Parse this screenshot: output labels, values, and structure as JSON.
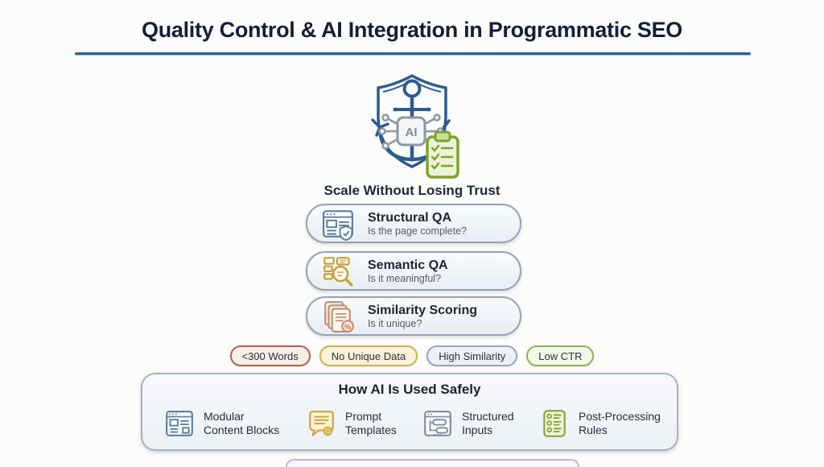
{
  "page": {
    "title": "Quality Control & AI Integration in Programmatic SEO"
  },
  "hero": {
    "caption": "Scale Without Losing Trust",
    "chip_label": "AI"
  },
  "qa_steps": [
    {
      "icon": "webpage-check-icon",
      "title": "Structural QA",
      "subtitle": "Is the page complete?"
    },
    {
      "icon": "semantic-search-icon",
      "title": "Semantic QA",
      "subtitle": "Is it meaningful?"
    },
    {
      "icon": "similarity-percent-icon",
      "title": "Similarity Scoring",
      "subtitle": "Is it unique?"
    }
  ],
  "flags": [
    {
      "label": "<300 Words",
      "border_color": "#b4604e",
      "bg_color": "#f9efe9"
    },
    {
      "label": "No Unique Data",
      "border_color": "#cfb054",
      "bg_color": "#fbf4da"
    },
    {
      "label": "High Similarity",
      "border_color": "#93a7c2",
      "bg_color": "#edf1f7"
    },
    {
      "label": "Low CTR",
      "border_color": "#8fb554",
      "bg_color": "#f2f8e6"
    }
  ],
  "safety_panel": {
    "title": "How AI Is Used Safely",
    "items": [
      {
        "icon": "modular-blocks-icon",
        "lines": [
          "Modular",
          "Content Blocks"
        ]
      },
      {
        "icon": "prompt-template-icon",
        "lines": [
          "Prompt",
          "Templates"
        ]
      },
      {
        "icon": "structured-inputs-icon",
        "lines": [
          "Structured",
          "Inputs"
        ]
      },
      {
        "icon": "checklist-rules-icon",
        "lines": [
          "Post-Processing",
          "Rules"
        ]
      }
    ]
  },
  "colors": {
    "divider": "#2e608f",
    "title_text": "#121f38",
    "card_border": "#94a3b6",
    "panel_border": "#a7b1c0",
    "anchor_navy": "#2c5c8e",
    "chip_gray": "#8b97a4",
    "clipboard_green": "#7ba32e"
  }
}
